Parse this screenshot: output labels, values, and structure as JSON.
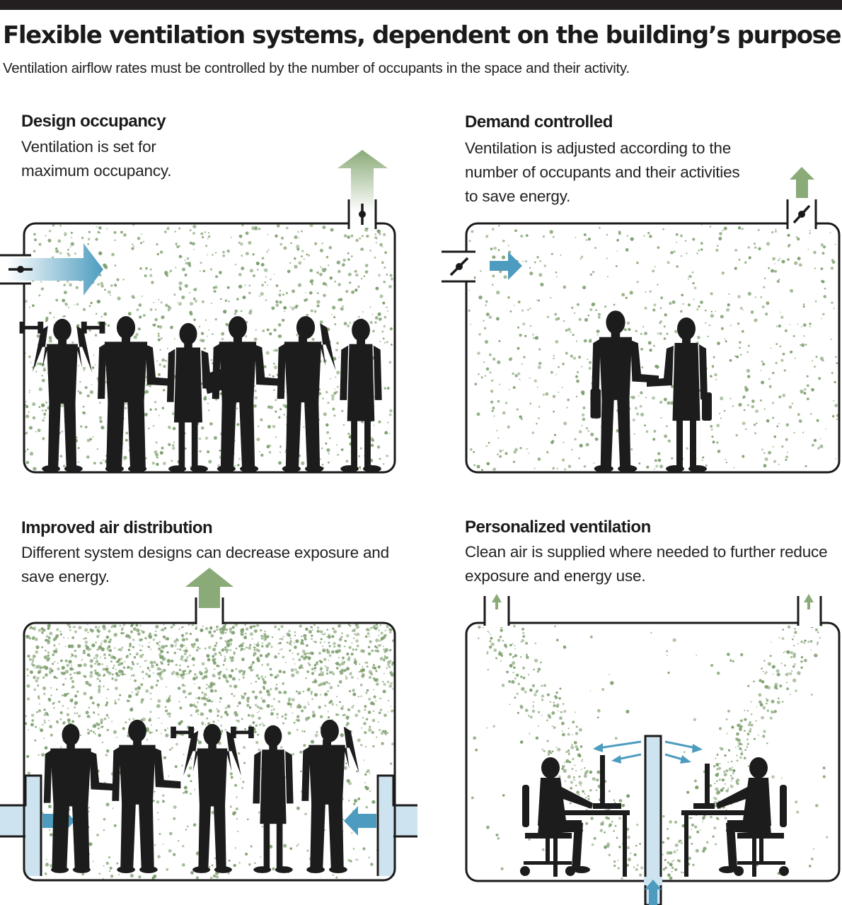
{
  "header": {
    "title": "Flexible ventilation systems, dependent on the building’s purpose",
    "subtitle": "Ventilation airflow rates must be controlled by the number of occupants in the space and their activity."
  },
  "panels": [
    {
      "id": "design-occupancy",
      "heading": "Design occupancy",
      "description": "Ventilation is set for maximum occupancy.",
      "occupants": 6
    },
    {
      "id": "demand-controlled",
      "heading": "Demand controlled",
      "description": "Ventilation is adjusted according to the number of occupants and their activities to save energy.",
      "occupants": 2
    },
    {
      "id": "improved-air-distribution",
      "heading": "Improved air distribution",
      "description": "Different system designs can decrease exposure and save energy.",
      "occupants": 5
    },
    {
      "id": "personalized-ventilation",
      "heading": "Personalized ventilation",
      "description": "Clean air is supplied where needed to further reduce exposure and energy use.",
      "occupants": 2
    }
  ],
  "colors": {
    "particle_green": "#7fa070",
    "exhaust_arrow_green": "#8aaa78",
    "supply_arrow_blue": "#4d9cbf",
    "duct_blue": "#cde3ef",
    "silhouette": "#1c1c1c",
    "outline": "#1a1a1a"
  },
  "icons": [
    "exhaust-arrow-icon",
    "supply-arrow-icon",
    "damper-icon",
    "person-silhouette-icon",
    "desk-icon",
    "monitor-icon",
    "chair-icon"
  ]
}
